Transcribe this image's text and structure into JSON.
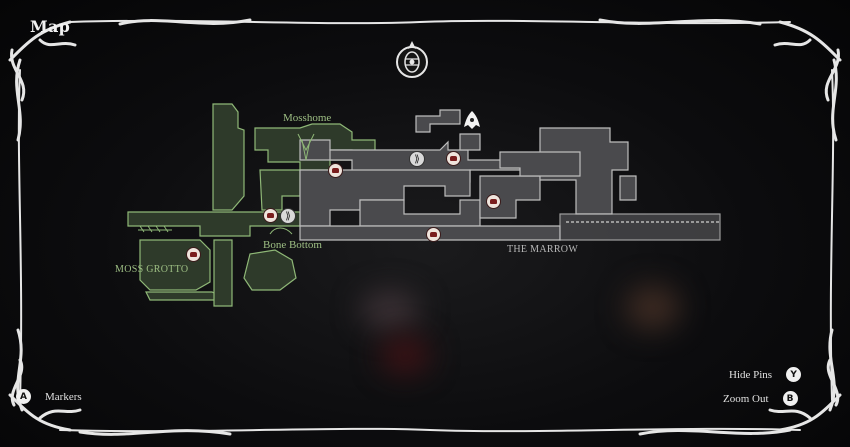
{
  "header": {
    "title": "Map"
  },
  "areas": {
    "mosshome": "Mosshome",
    "bone_bottom": "Bone Bottom",
    "moss_grotto": "MOSS GROTTO",
    "the_marrow": "THE MARROW"
  },
  "hints": {
    "markers": {
      "button": "A",
      "label": "Markers"
    },
    "hide_pins": {
      "button": "Y",
      "label": "Hide Pins"
    },
    "zoom_out": {
      "button": "B",
      "label": "Zoom Out"
    }
  },
  "icons": {
    "compass": "compass-icon",
    "bell": "bell-shrine-icon",
    "pin": "map-pin-icon",
    "bench": "bench-icon"
  },
  "colors": {
    "moss_region": "#2e3a2a",
    "moss_outline": "#8fb877",
    "marrow_region": "#4a4a4d",
    "marrow_outline": "#bdbdbd",
    "pin_marker": "#7a1d1d"
  }
}
